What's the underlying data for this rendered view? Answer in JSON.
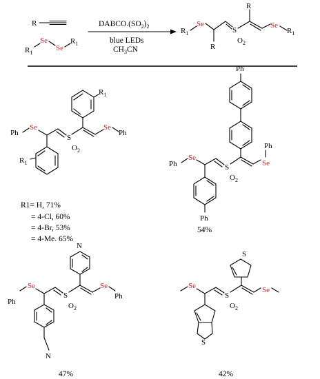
{
  "scheme": {
    "r_label": "R",
    "r1_label": "R",
    "r1_sub": "1",
    "se_label": "Se",
    "s_label": "S",
    "o_label": "O",
    "o_sub": "2",
    "reagent_main": "DABCO.(SO",
    "reagent_sub": "2",
    "reagent_tail": ")",
    "reagent_sub2": "2",
    "cond_light": "blue LEDs",
    "cond_solvent_main": "CH",
    "cond_solvent_sub": "3",
    "cond_solvent_tail": "CN"
  },
  "compounds": [
    {
      "substituent_label": "R1=",
      "yield_lines": [
        "R1= H, 71%",
        "= 4-Cl, 60%",
        "= 4-Br, 53%",
        "= 4-Me. 65%"
      ]
    },
    {
      "yield": "54%"
    },
    {
      "yield": "47%"
    },
    {
      "yield": "42%"
    }
  ],
  "atoms": {
    "ph": "Ph",
    "n": "N",
    "s_ring": "S",
    "r1": "R",
    "r1_sub": "1"
  },
  "colors": {
    "selenium": "#c0282d",
    "conditions": "#1b2e8f"
  }
}
